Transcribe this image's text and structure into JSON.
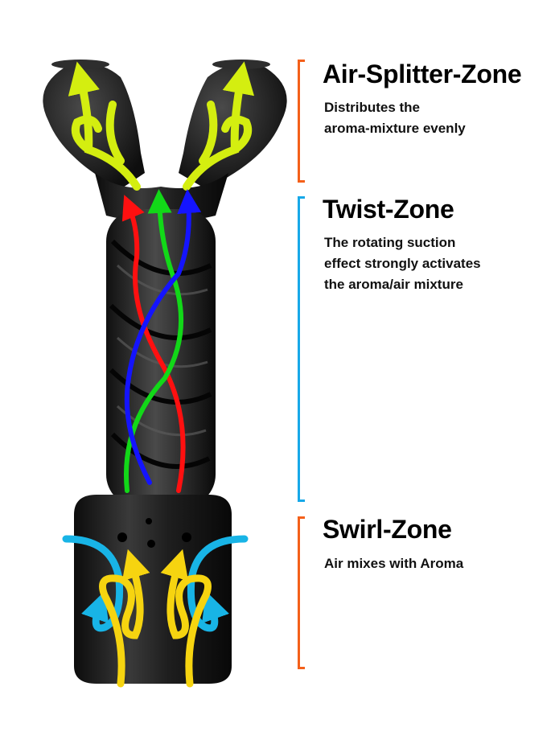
{
  "colors": {
    "air_splitter_bracket": "#f4601a",
    "twist_bracket": "#17a8e8",
    "swirl_bracket": "#f4601a",
    "flow_red": "#ff1010",
    "flow_green": "#12d818",
    "flow_blue": "#1414ff",
    "flow_lime": "#d4ee10",
    "flow_yellow": "#f6d410",
    "flow_cyan": "#18b4e6",
    "body": "#1c1c1c"
  },
  "zones": [
    {
      "title": "Air-Splitter-Zone",
      "description_lines": [
        "Distributes the",
        "aroma-mixture evenly"
      ]
    },
    {
      "title": "Twist-Zone",
      "description_lines": [
        "The rotating suction",
        "effect strongly activates",
        "the aroma/air mixture"
      ]
    },
    {
      "title": "Swirl-Zone",
      "description_lines": [
        "Air mixes with Aroma"
      ]
    }
  ]
}
